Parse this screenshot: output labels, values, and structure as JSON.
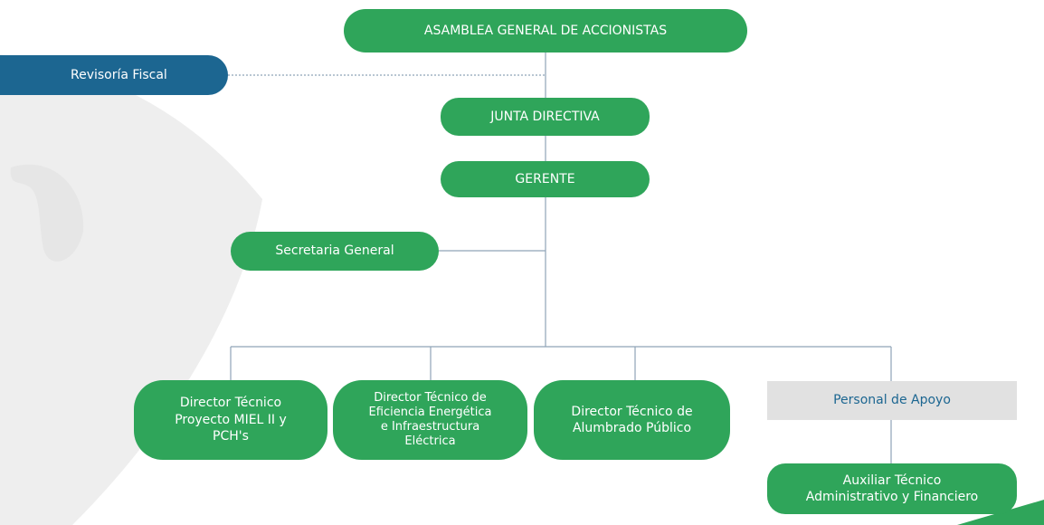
{
  "chart_data": {
    "type": "diagram",
    "nodes": {
      "asamblea": "ASAMBLEA GENERAL DE ACCIONISTAS",
      "revisoria": "Revisoría Fiscal",
      "junta": "JUNTA DIRECTIVA",
      "gerente": "GERENTE",
      "secretaria": "Secretaria General",
      "director_miel": "Director Técnico\nProyecto MIEL II y\nPCH's",
      "director_eficiencia": "Director Técnico de\nEficiencia Energética\ne Infraestructura\nEléctrica",
      "director_alumbrado": "Director Técnico de\nAlumbrado Público",
      "personal_apoyo": "Personal de Apoyo",
      "auxiliar": "Auxiliar Técnico\nAdministrativo y Financiero"
    },
    "edges": [
      [
        "asamblea",
        "junta"
      ],
      [
        "asamblea",
        "revisoria"
      ],
      [
        "junta",
        "gerente"
      ],
      [
        "gerente",
        "secretaria"
      ],
      [
        "gerente",
        "director_miel"
      ],
      [
        "gerente",
        "director_eficiencia"
      ],
      [
        "gerente",
        "director_alumbrado"
      ],
      [
        "gerente",
        "personal_apoyo"
      ],
      [
        "personal_apoyo",
        "auxiliar"
      ]
    ],
    "colors": {
      "node_green": "#2fa55a",
      "node_blue": "#1c6691",
      "node_gray": "#e1e1e1",
      "connector": "#8fa3b8",
      "watermark": "#eeeeee"
    }
  }
}
